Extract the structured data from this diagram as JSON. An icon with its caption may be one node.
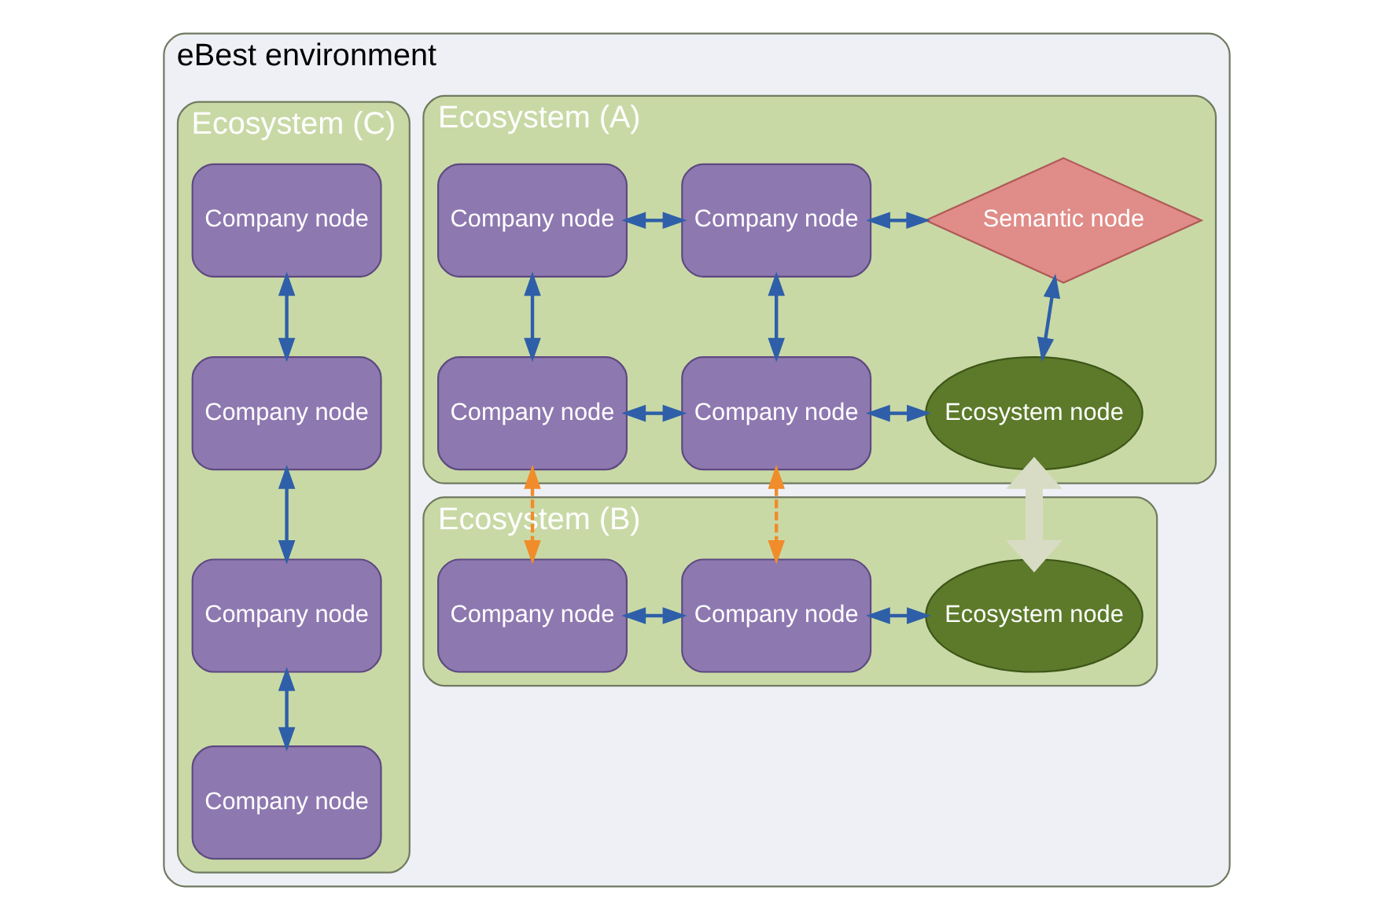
{
  "diagram": {
    "nodes": [
      {
        "text": [
          "eBest environment"
        ]
      },
      {
        "text": [
          "Ecosystem (A)"
        ],
        "in": 0
      },
      {
        "text": [
          "Company node"
        ],
        "in": 1
      },
      {
        "text": [
          "Company node"
        ],
        "in": 1
      },
      {
        "text": [
          "Semantic node"
        ],
        "in": 1
      },
      {
        "text": [
          "Company node"
        ],
        "in": 1
      },
      {
        "text": [
          "Company node"
        ],
        "in": 1
      },
      {
        "text": [
          "Ecosystem node"
        ],
        "in": 1
      },
      {
        "text": [
          "Ecosystem (B)"
        ],
        "in": 0
      },
      {
        "text": [
          "Company node"
        ],
        "in": 8
      },
      {
        "text": [
          "Company node"
        ],
        "in": 8
      },
      {
        "text": [
          "Ecosystem node"
        ],
        "in": 8
      },
      {
        "text": [
          "Ecosystem (C)"
        ],
        "in": 0
      },
      {
        "text": [
          "Company node"
        ],
        "in": 12
      },
      {
        "text": [
          "Company node"
        ],
        "in": 12
      },
      {
        "text": [
          "Company node"
        ],
        "in": 12
      },
      {
        "text": [
          "Company node"
        ],
        "in": 12
      }
    ],
    "edges": [
      {
        "from": 2,
        "to": 3,
        "arrow": "both"
      },
      {
        "from": 3,
        "to": 4,
        "arrow": "both"
      },
      {
        "from": 2,
        "to": 5,
        "arrow": "both"
      },
      {
        "from": 3,
        "to": 6,
        "arrow": "both"
      },
      {
        "from": 4,
        "to": 7,
        "arrow": "both"
      },
      {
        "from": 5,
        "to": 6,
        "arrow": "both"
      },
      {
        "from": 6,
        "to": 7,
        "arrow": "both"
      },
      {
        "from": 5,
        "to": 9,
        "arrow": "both",
        "style": "dashed",
        "color": "#f08c2a"
      },
      {
        "from": 6,
        "to": 10,
        "arrow": "both",
        "style": "dashed",
        "color": "#f08c2a"
      },
      {
        "from": 7,
        "to": 11,
        "arrow": "both",
        "style": "thick",
        "color": "#d8dcc4"
      },
      {
        "from": 9,
        "to": 10,
        "arrow": "both"
      },
      {
        "from": 10,
        "to": 11,
        "arrow": "both"
      },
      {
        "from": 13,
        "to": 14,
        "arrow": "both"
      },
      {
        "from": 14,
        "to": 15,
        "arrow": "both"
      },
      {
        "from": 15,
        "to": 16,
        "arrow": "both"
      }
    ]
  }
}
